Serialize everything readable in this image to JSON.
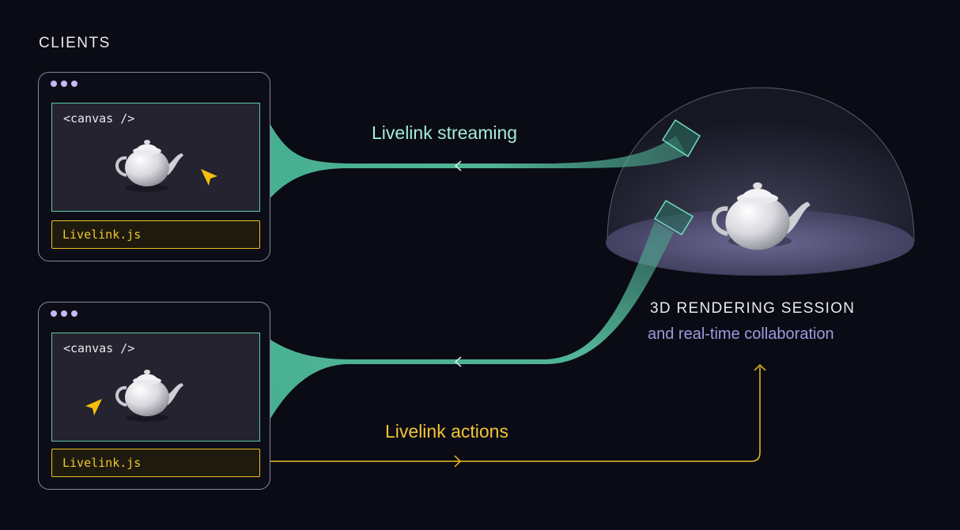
{
  "header": {
    "clients_label": "CLIENTS"
  },
  "clients": [
    {
      "canvas_code": "<canvas />",
      "library_label": "Livelink.js"
    },
    {
      "canvas_code": "<canvas />",
      "library_label": "Livelink.js"
    }
  ],
  "flows": {
    "streaming_label": "Livelink streaming",
    "actions_label": "Livelink actions"
  },
  "session": {
    "title": "3D RENDERING SESSION",
    "subtitle": "and real-time collaboration"
  },
  "colors": {
    "background": "#0a0b14",
    "stream_accent": "#5fc9a8",
    "action_accent": "#f0c020",
    "session_subtitle": "#9d9ae0",
    "window_dots": "#c7b9f5"
  },
  "icons": [
    "teapot-icon",
    "cursor-icon",
    "camera-frustum-icon",
    "arrow-left-icon",
    "arrow-right-icon",
    "arrow-up-icon"
  ]
}
